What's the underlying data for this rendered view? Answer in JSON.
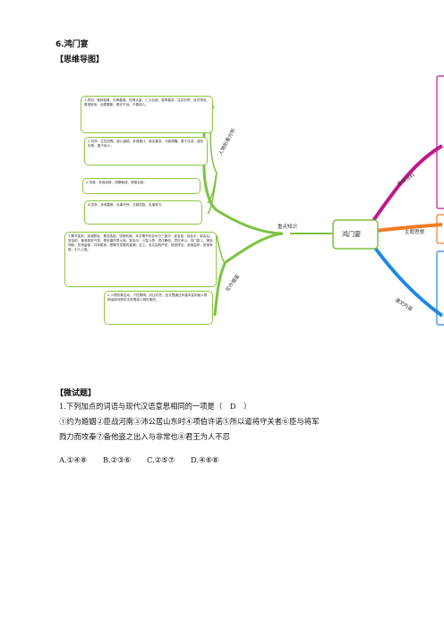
{
  "doc_title": "6.鸿门宴",
  "mindmap_heading": "【思维导图】",
  "mindmap": {
    "center": "鸿门宴",
    "hub": "重点知识",
    "left_branches": [
      "人物形象分析",
      "写作借鉴"
    ],
    "right_branches": [
      "背景资料",
      "主题思想",
      "课文内容"
    ],
    "boxes": [
      "1.项羽：唯我独尊、光明磊落、坦荡大量、仁义自诩、直率善讲、沽名钓誉、目光短浅、寡谋轻信、优柔寡断、眼光不远、不善用人。",
      "2.刘邦：生性狡黠、虚心谨慎、多谋善计、能言善变、头脑清醒、善于应变、虚张形势、善于用人。",
      "3.范增：老谋深算、洞察敏锐、刚愎自用。",
      "4.张良：多谋善断、处事不惊、沉稳机智、处事有方。",
      "1.情节曲折，波澜跌宕，悬念迭起，张驰有致。本文情节安全可分三部分：宴会前、宴会中、宴会后。宴会前，营造紧张气氛，是矛盾的导火索；宴会中，斗智斗勇，项庄舞剑，意在沛公；鸿门宴上，樊哙闯帐，张良留谢，刘邦脱身，是情节发展的高潮；总之，全文结构严密，疏密得当，波澜曲折，张弛有致，引人入胜。",
      "2.人物形象生动，个性鲜明，对比衬托。全文是通过矛盾冲突刻画人物和运用对照手法来塑造人物形象的。"
    ]
  },
  "practice_heading": "【微试题】",
  "question": {
    "stem_prefix": "1.下列加点的词语与现代汉语意思相同的一项是（",
    "answer": "D",
    "stem_suffix": "）",
    "line1": "①约为婚姻②臣战河南③沛公居山东时④项伯许诺⑤所以遣将守关者⑥臣与将军",
    "line2": "戮力而攻秦⑦备他盗之出入与非常也⑧君王为人不忍",
    "options": [
      "A.①④⑧",
      "B.②③⑥",
      "C.②⑤⑦",
      "D.④⑥⑧"
    ]
  }
}
